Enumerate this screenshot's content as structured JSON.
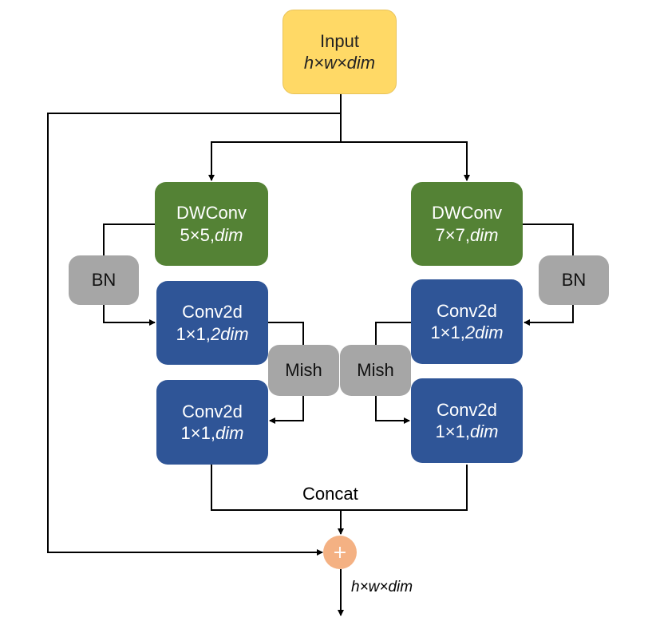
{
  "input": {
    "title": "Input",
    "dims": "h×w×dim"
  },
  "left_branch": {
    "dwconv": {
      "name": "DWConv",
      "size": "5×5,",
      "channels": "dim"
    },
    "bn": "BN",
    "conv_a": {
      "name": "Conv2d",
      "size": "1×1,",
      "channels": "2dim"
    },
    "mish": "Mish",
    "conv_b": {
      "name": "Conv2d",
      "size": "1×1,",
      "channels": "dim"
    }
  },
  "right_branch": {
    "dwconv": {
      "name": "DWConv",
      "size": "7×7,",
      "channels": "dim"
    },
    "bn": "BN",
    "conv_a": {
      "name": "Conv2d",
      "size": "1×1,",
      "channels": "2dim"
    },
    "mish": "Mish",
    "conv_b": {
      "name": "Conv2d",
      "size": "1×1,",
      "channels": "dim"
    }
  },
  "concat_label": "Concat",
  "add_symbol": "+",
  "output_dims": "h×w×dim",
  "colors": {
    "input": "#FFD966",
    "dwconv": "#548235",
    "conv2d": "#2F5597",
    "norm_activation": "#A6A6A6",
    "add": "#F4B183",
    "lines": "#000000"
  }
}
